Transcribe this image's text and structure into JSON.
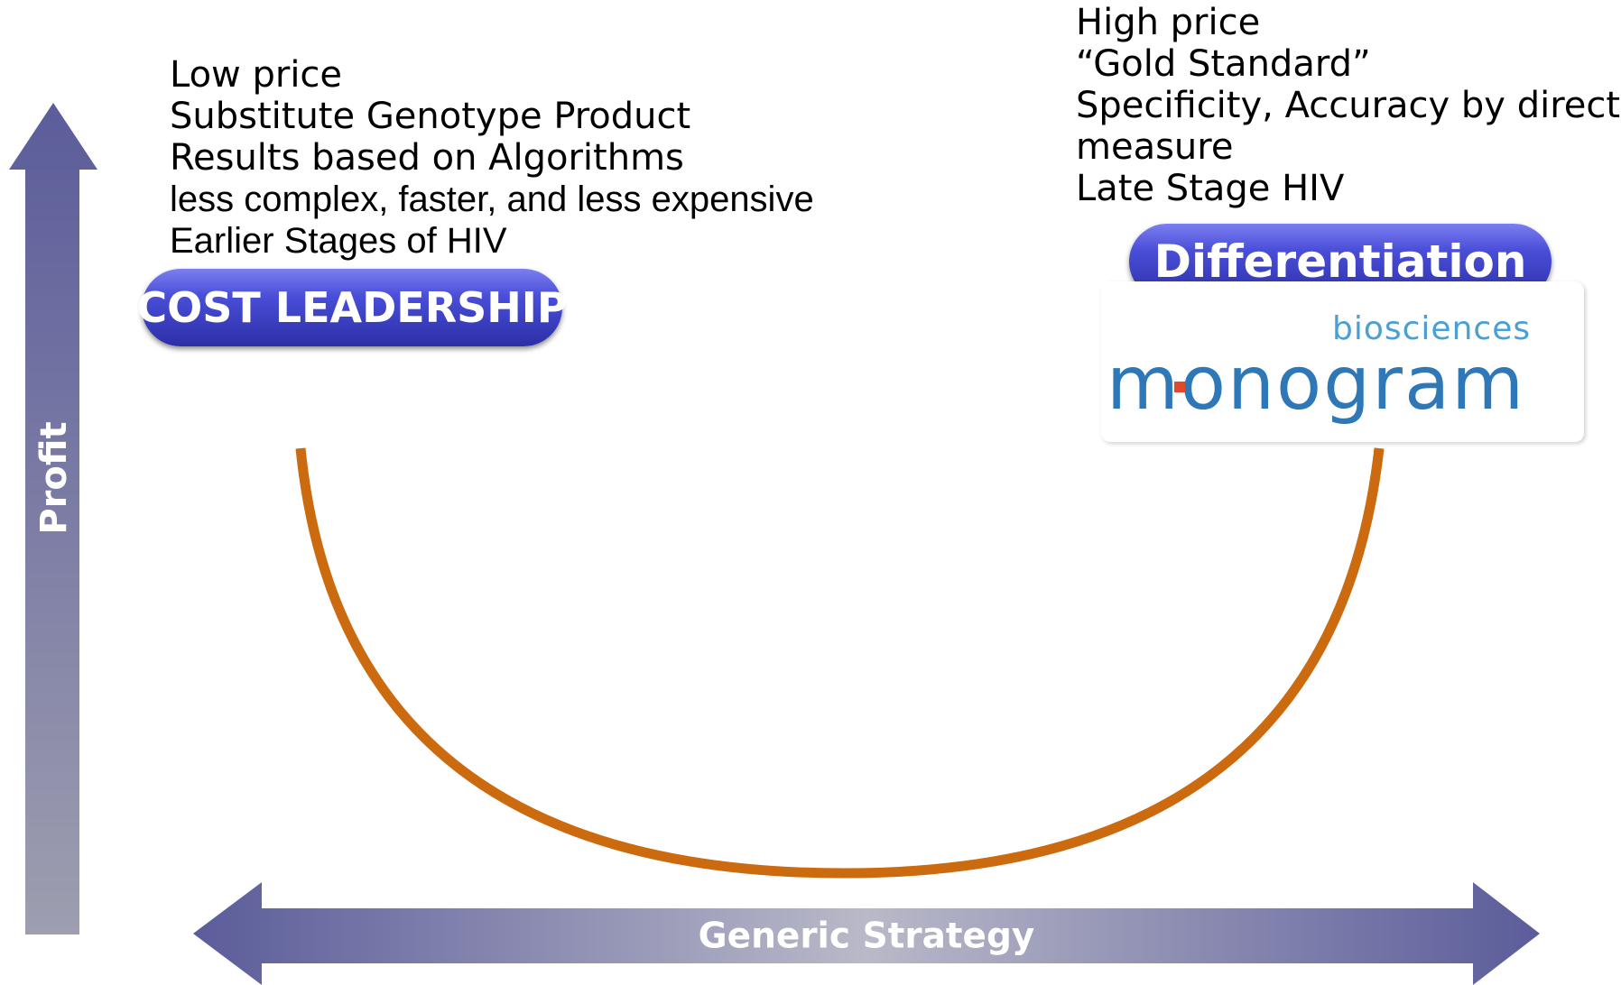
{
  "cost_leadership": {
    "label": "COST LEADERSHIP",
    "lines": [
      "Low price",
      "Substitute Genotype Product",
      "Results based on Algorithms",
      "less complex, faster, and less expensive",
      "Earlier Stages of HIV"
    ]
  },
  "differentiation": {
    "label": "Differentiation",
    "lines": [
      "High price",
      "“Gold Standard”",
      "Specificity, Accuracy by direct",
      "measure",
      "Late Stage HIV"
    ]
  },
  "logo": {
    "brand": "monogram",
    "sub": "biosciences"
  },
  "axes": {
    "vertical_label": "Profit",
    "horizontal_label": "Generic Strategy"
  },
  "colors": {
    "curve": "#cc6a0f",
    "arrow_dark": "#5b5c9a",
    "arrow_light": "#b9b9c6",
    "pill": "#3a3ec0",
    "logo_blue": "#2f78b8",
    "logo_accent": "#e04a2a"
  }
}
